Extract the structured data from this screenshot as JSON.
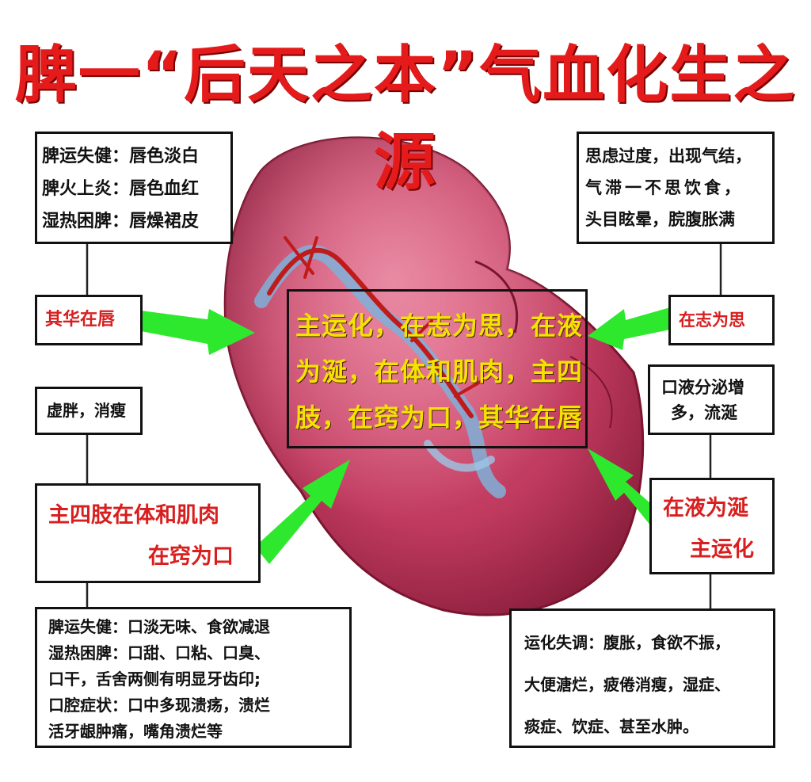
{
  "title": "脾一“后天之本”气血化生之源",
  "boxes": {
    "lip_symptoms": [
      "脾运失健：唇色淡白",
      "脾火上炎：唇色血红",
      "湿热困脾：唇燥裙皮"
    ],
    "lip_flower": "其华在唇",
    "body_shape": "虚胖，消瘦",
    "limbs": [
      "主四肢在体和肌肉",
      "在窍为口"
    ],
    "mouth_symptoms": [
      "脾运失健：口淡无味、食欲减退",
      "湿热困脾：口甜、口粘、口臭、",
      "口干，舌舍两侧有明显牙齿印;",
      "口腔症状：口中多现溃疡，溃烂",
      "活牙龈肿痛，嘴角溃烂等"
    ],
    "thought_symptoms": [
      "思虑过度，出现气结，",
      "气滞一不思饮食，",
      "头目眩晕，脘腹胀满"
    ],
    "thought": "在志为思",
    "saliva_symptoms": [
      "口液分泌增",
      "多，流涎"
    ],
    "saliva": [
      "在液为涎",
      "主运化"
    ],
    "transport_symptoms": [
      "运化失调：腹胀，食欲不振，",
      "大便溏烂，疲倦消瘦，湿症、",
      "痰症、饮症、甚至水肿。"
    ],
    "center": [
      "主运化，在志为思，在液",
      "为涎，在体和肌肉，主四",
      "肢，在窍为口，其华在唇"
    ]
  },
  "colors": {
    "title": "#e51b1b",
    "label_red": "#d81e1e",
    "center_text": "#f4e200",
    "arrow": "#2ee82e",
    "organ": "#c8375e"
  },
  "icons": [
    "spleen-illustration",
    "green-arrow"
  ]
}
